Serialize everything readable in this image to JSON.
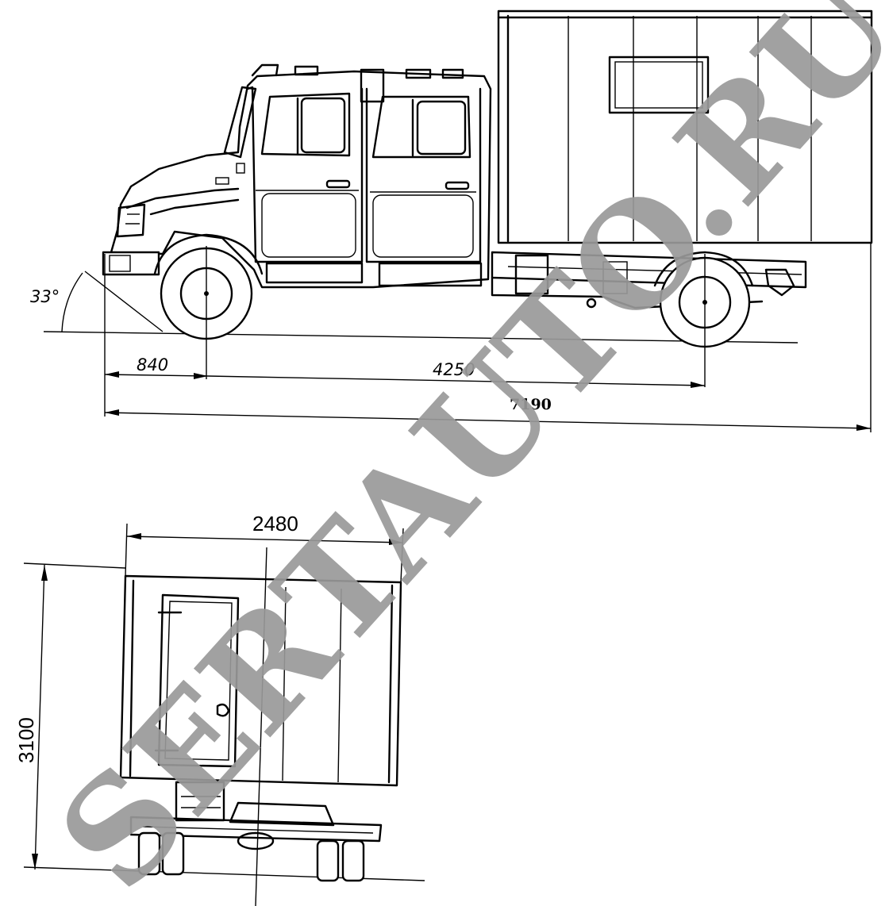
{
  "side_view": {
    "approach_angle": "33°",
    "front_overhang": "840",
    "wheelbase": "4250",
    "overall_length": "7190"
  },
  "rear_view": {
    "width": "2480",
    "height": "3100"
  },
  "watermark": {
    "text": "SERTAUTO.RU",
    "color": "#9a9a9a"
  }
}
